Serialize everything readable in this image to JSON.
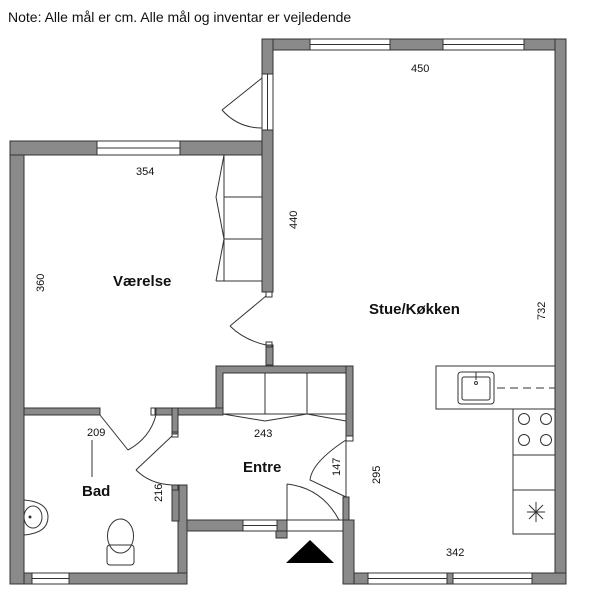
{
  "note": "Note: Alle mål er cm. Alle mål og inventar er vejledende",
  "rooms": {
    "vaerelse": "Værelse",
    "stue_kokken": "Stue/Køkken",
    "entre": "Entre",
    "bad": "Bad"
  },
  "dimensions": {
    "stue_top": "450",
    "vaerelse_top": "354",
    "vaerelse_side": "360",
    "wall_440": "440",
    "stue_side": "732",
    "bad_209": "209",
    "entre_243": "243",
    "door_147": "147",
    "entre_295": "295",
    "bad_216": "216",
    "bottom_342": "342"
  },
  "colors": {
    "wall": "#8a8a8a",
    "line": "#333333"
  }
}
